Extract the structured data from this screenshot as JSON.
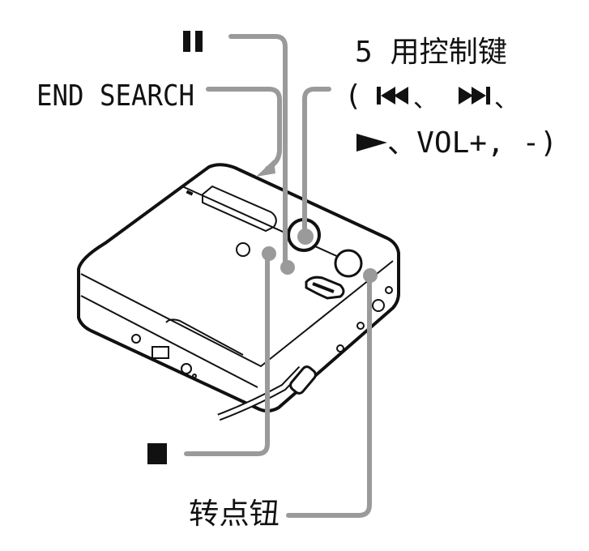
{
  "labels": {
    "pause": "II",
    "end_search": "END SEARCH",
    "controls_title": "5 用控制键",
    "controls_line1_open": "(",
    "controls_line1_sep1": "、",
    "controls_line1_sep2": "、",
    "controls_line2": "、VOL+, -)",
    "stop": "■",
    "jog_dial": "转点钮"
  },
  "icons": [
    "pause-icon",
    "previous-track-icon",
    "next-track-icon",
    "play-icon",
    "stop-icon"
  ],
  "colors": {
    "callout": "#9a9a9a",
    "outline": "#111111"
  }
}
